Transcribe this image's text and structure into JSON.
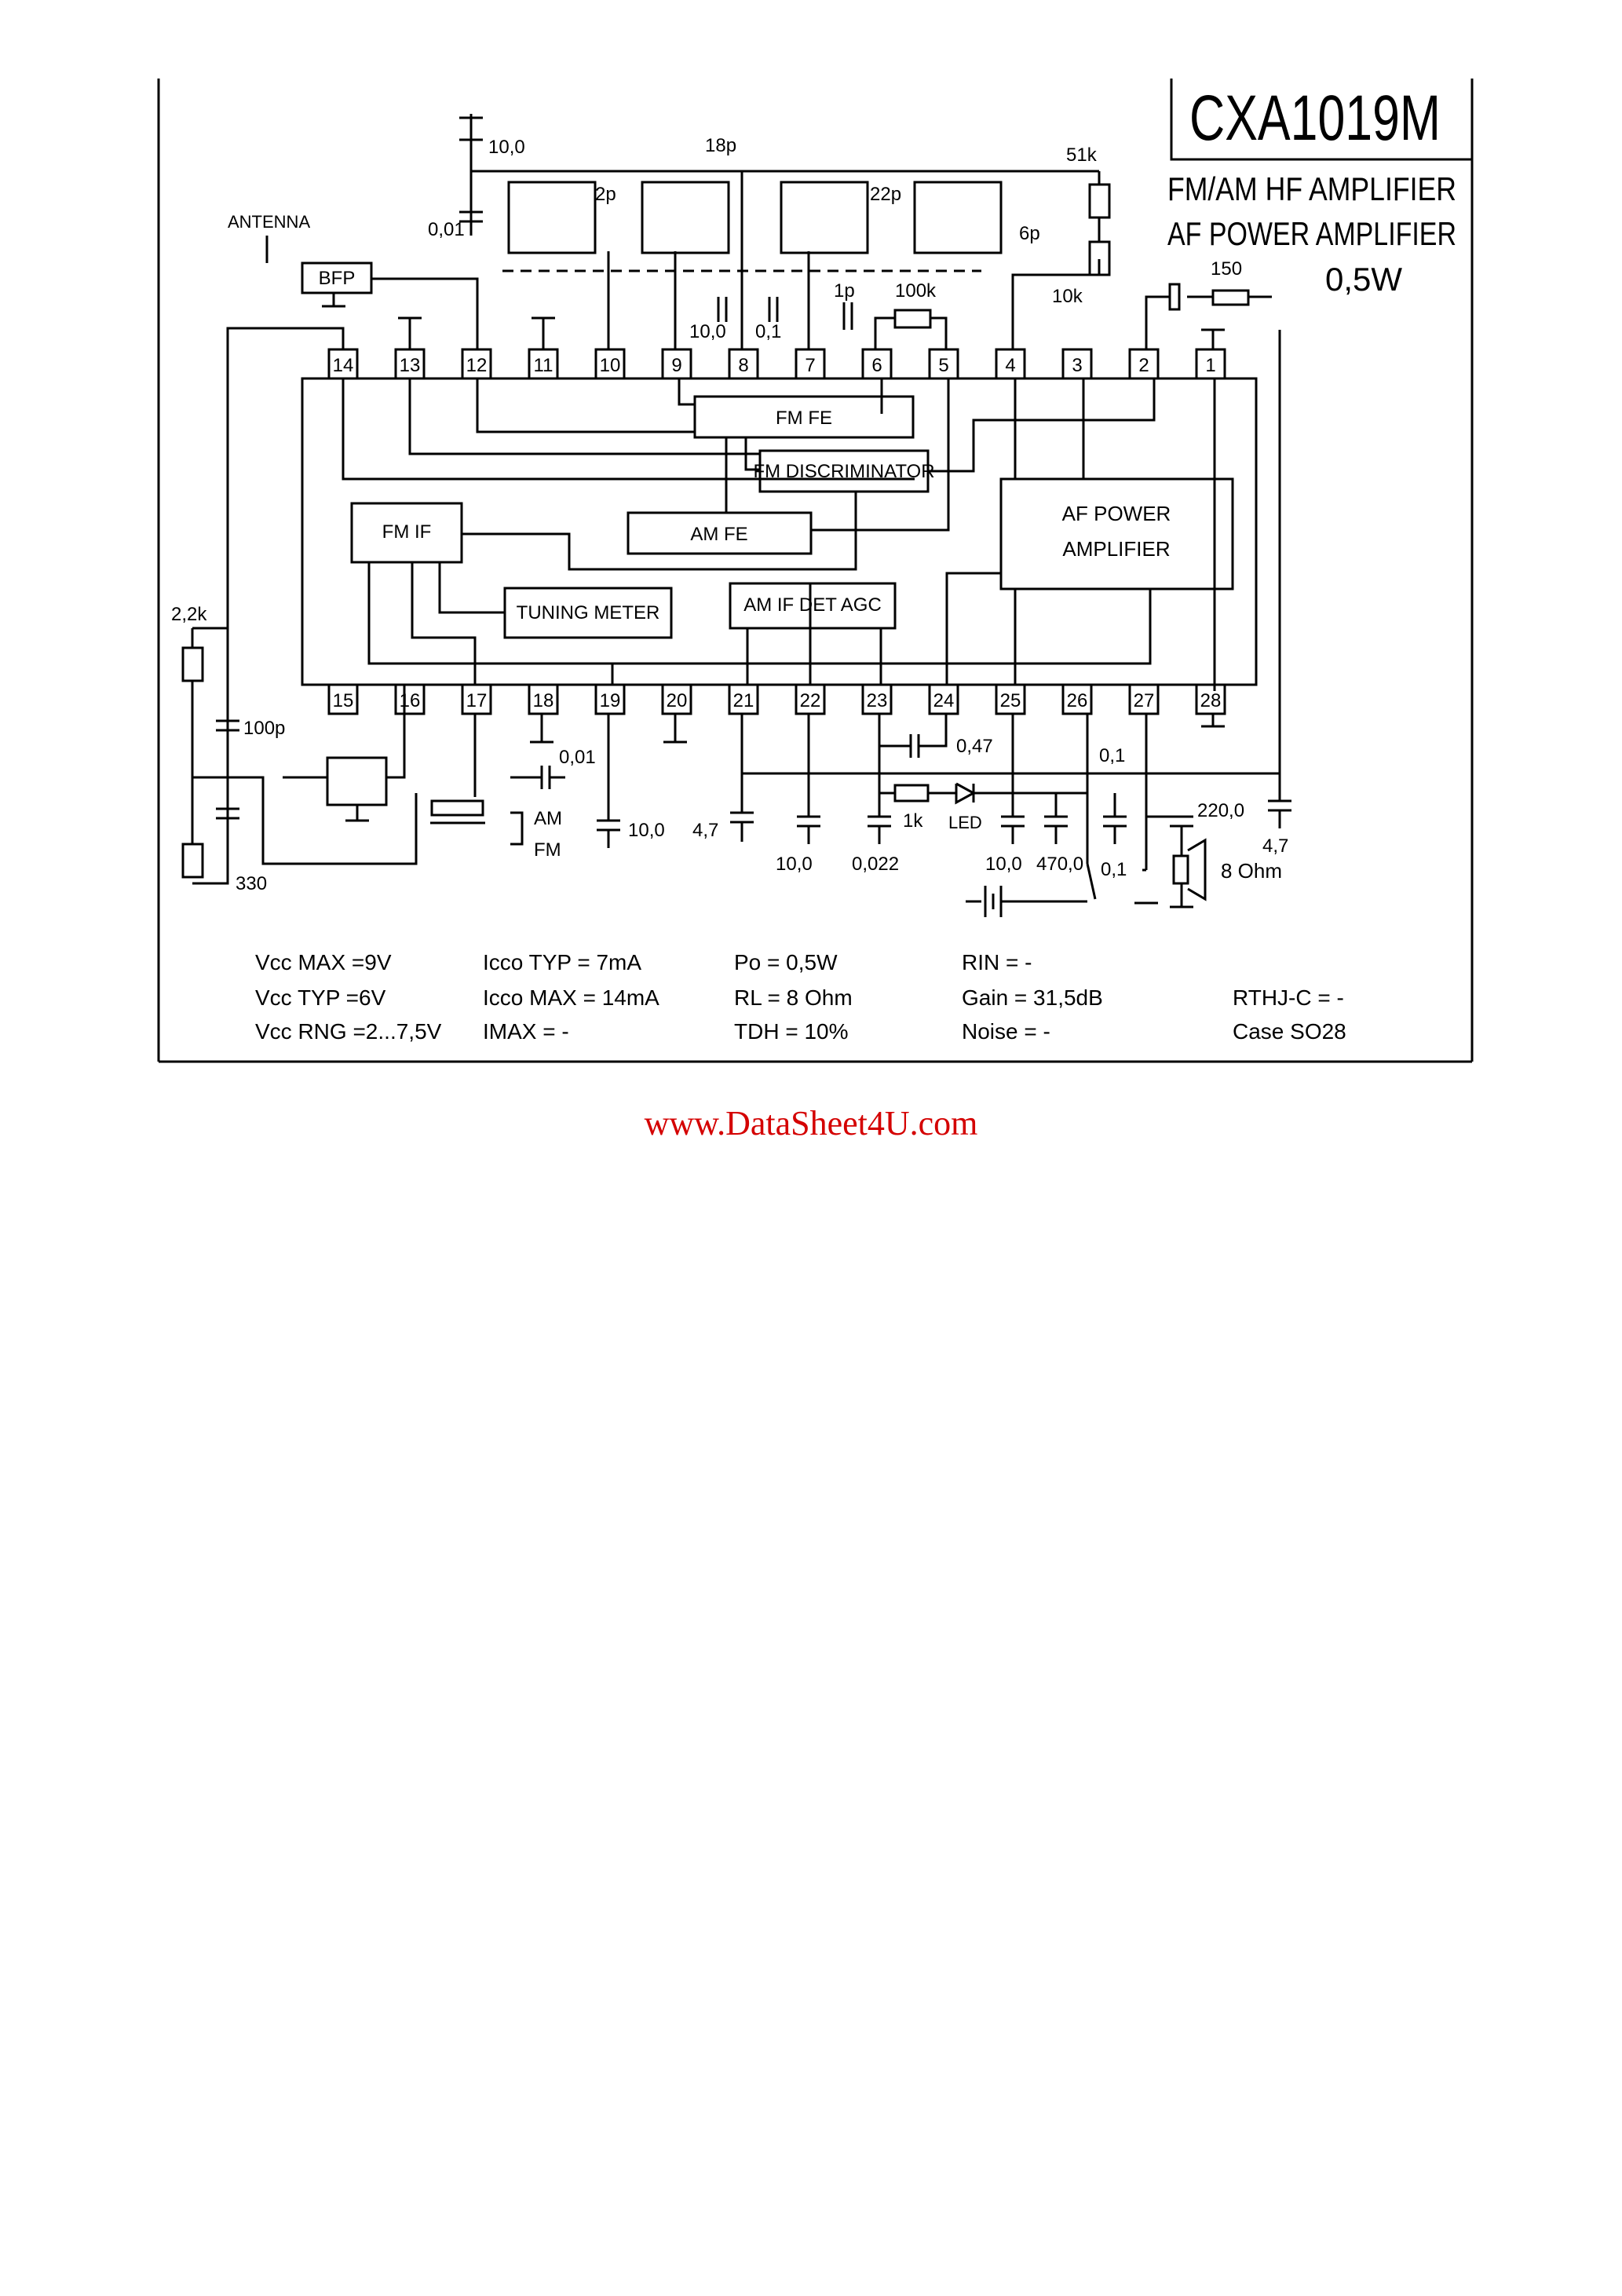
{
  "part_number": "CXA1019M",
  "description": [
    "FM/AM HF AMPLIFIER",
    "AF POWER AMPLIFIER",
    "0,5W"
  ],
  "blocks": {
    "fm_fe": "FM FE",
    "fm_discriminator": "FM DISCRIMINATOR",
    "am_fe": "AM FE",
    "fm_if": "FM IF",
    "tuning_meter": "TUNING METER",
    "am_if_det_agc": "AM IF DET AGC",
    "af_power_amplifier": [
      "AF POWER",
      "AMPLIFIER"
    ],
    "bfp": "BFP"
  },
  "labels": {
    "antenna": "ANTENNA",
    "am": "AM",
    "fm": "FM",
    "led": "LED",
    "speaker": "8 Ohm"
  },
  "pins_top": [
    "14",
    "13",
    "12",
    "11",
    "10",
    "9",
    "8",
    "7",
    "6",
    "5",
    "4",
    "3",
    "2",
    "1"
  ],
  "pins_bottom": [
    "15",
    "16",
    "17",
    "18",
    "19",
    "20",
    "21",
    "22",
    "23",
    "24",
    "25",
    "26",
    "27",
    "28"
  ],
  "component_values": {
    "c_top_left": "10,0",
    "c_001_top": "0,01",
    "c_18p": "18p",
    "c_2p": "2p",
    "c_22p": "22p",
    "c_6p": "6p",
    "r_51k": "51k",
    "r_10k": "10k",
    "r_150": "150",
    "c_1p": "1p",
    "r_100k": "100k",
    "c_pin8_10": "10,0",
    "c_pin8_01": "0,1",
    "r_22k": "2,2k",
    "c_100p": "100p",
    "r_330": "330",
    "c_001_pin18": "0,01",
    "c_pin19": "10,0",
    "c_pin21": "4,7",
    "c_pin22": "10,0",
    "c_pin23": "0,022",
    "c_pin24": "0,47",
    "r_1k": "1k",
    "c_pin25": "10,0",
    "c_470": "470,0",
    "c_01_a": "0,1",
    "c_01_b": "0,1",
    "c_220": "220,0",
    "c_47_right": "4,7"
  },
  "specs": [
    [
      "Vcc MAX =9V",
      "Icco TYP = 7mA",
      "Po  = 0,5W",
      "RIN  =  -",
      ""
    ],
    [
      "Vcc TYP =6V",
      "Icco MAX = 14mA",
      "RL  =  8  Ohm",
      "Gain  =  31,5dB",
      "RTHJ-C = -"
    ],
    [
      "Vcc RNG =2...7,5V",
      "IMAX  =    -",
      "TDH = 10%",
      "Noise =  -",
      "Case SO28"
    ]
  ],
  "footer": "www.DataSheet4U.com"
}
